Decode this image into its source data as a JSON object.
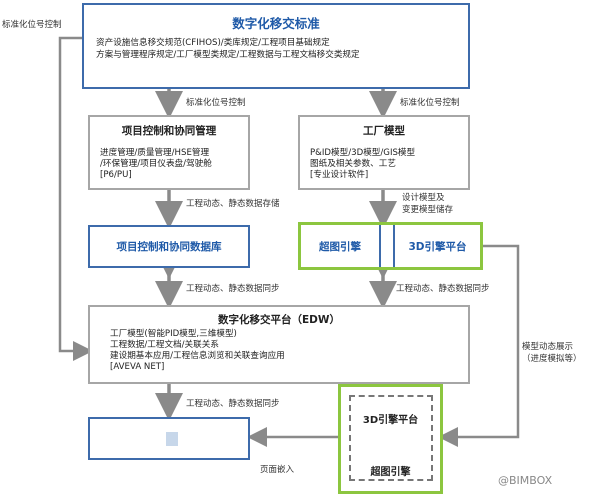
{
  "standard": {
    "title": "数字化移交标准",
    "line1": "资产设施信息移交规范(CFIHOS)/类库规定/工程项目基础规定",
    "line2": "方案与管理程序规定/工厂模型类规定/工程数据与工程文档移交类规定"
  },
  "edge_labels": {
    "left_side": "标准化位号控制",
    "std_to_pc": "标准化位号控制",
    "std_to_plant": "标准化位号控制",
    "pc_to_db": "工程动态、静态数据存储",
    "plant_to_engine": "设计模型及",
    "plant_to_engine_2": "变更模型储存",
    "db_to_edw": "工程动态、静态数据同步",
    "engine_to_edw": "工程动态、静态数据同步",
    "edw_to_portal": "工程动态、静态数据同步",
    "right_side": "模型动态展示",
    "right_side_2": "（进度模拟等）",
    "embed": "页面嵌入"
  },
  "project_control": {
    "title": "项目控制和协同管理",
    "line1": "进度管理/质量管理/HSE管理",
    "line2": "/环保管理/项目仪表盘/驾驶舱",
    "line3": "[P6/PU]"
  },
  "plant_model": {
    "title": "工厂模型",
    "line1": "P&ID模型/3D模型/GIS模型",
    "line2": "图纸及相关参数、工艺",
    "line3": "[专业设计软件]"
  },
  "collab_db": {
    "title": "项目控制和协同数据库"
  },
  "engine_top": {
    "left": "超图引擎",
    "right": "3D引擎平台"
  },
  "edw": {
    "title": "数字化移交平台（EDW）",
    "line1": "工厂模型(智能PID模型,三维模型)",
    "line2": "工程数据/工程文档/关联关系",
    "line3": "建设期基本应用/工程信息浏览和关联查询应用",
    "line4": "[AVEVA NET]"
  },
  "engine_bottom": {
    "top": "3D引擎平台",
    "bottom": "超图引擎"
  },
  "watermark": "@BIMBOX",
  "colors": {
    "blue": "#3d6bab",
    "title_blue": "#1f5aa8",
    "green": "#8cc63f",
    "gray": "#a6a6a6"
  }
}
